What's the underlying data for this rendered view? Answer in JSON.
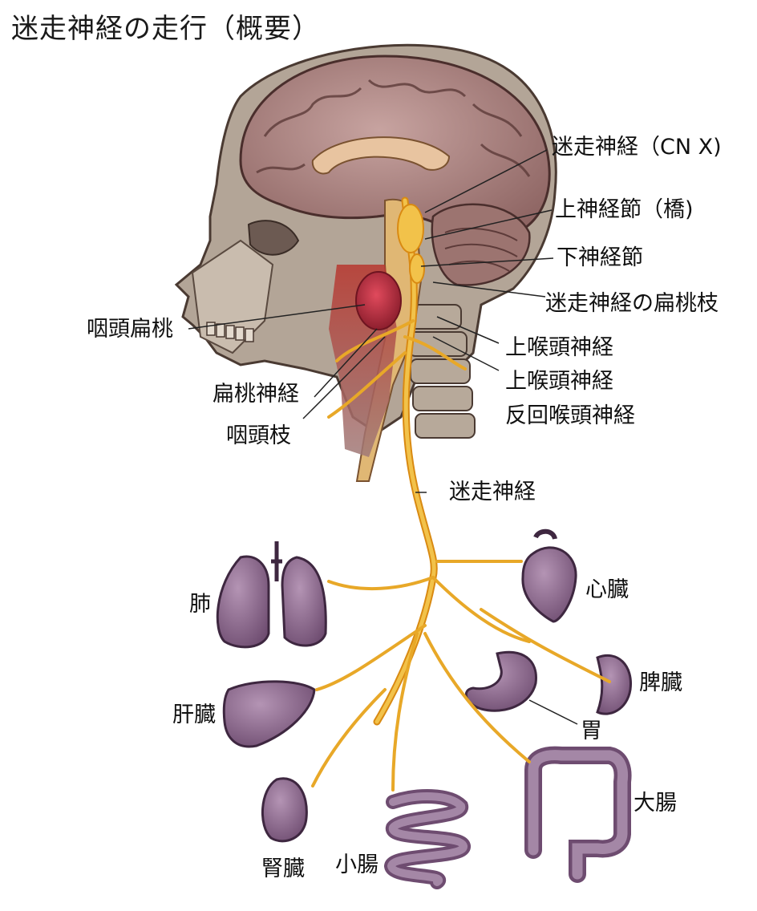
{
  "title": "迷走神経の走行（概要）",
  "labels": {
    "vagus_cn10": "迷走神経（CN X)",
    "superior_ganglion": "上神経節（橋)",
    "inferior_ganglion": "下神経節",
    "tonsillar_branch": "迷走神経の扁桃枝",
    "pharyngeal_tonsil": "咽頭扁桃",
    "superior_laryngeal_1": "上喉頭神経",
    "superior_laryngeal_2": "上喉頭神経",
    "tonsil_nerve": "扁桃神経",
    "recurrent_laryngeal": "反回喉頭神経",
    "pharyngeal_branch": "咽頭枝",
    "vagus": "迷走神経",
    "lung": "肺",
    "heart": "心臓",
    "spleen": "脾臓",
    "liver": "肝臓",
    "stomach": "胃",
    "large_intestine": "大腸",
    "kidney": "腎臓",
    "small_intestine": "小腸"
  },
  "colors": {
    "nerve": "#f2b632",
    "nerve_dark": "#d98a12",
    "brain": "#a98280",
    "skull": "#a89a8e",
    "organ": "#8e6a8f",
    "tonsil": "#c8303f"
  }
}
